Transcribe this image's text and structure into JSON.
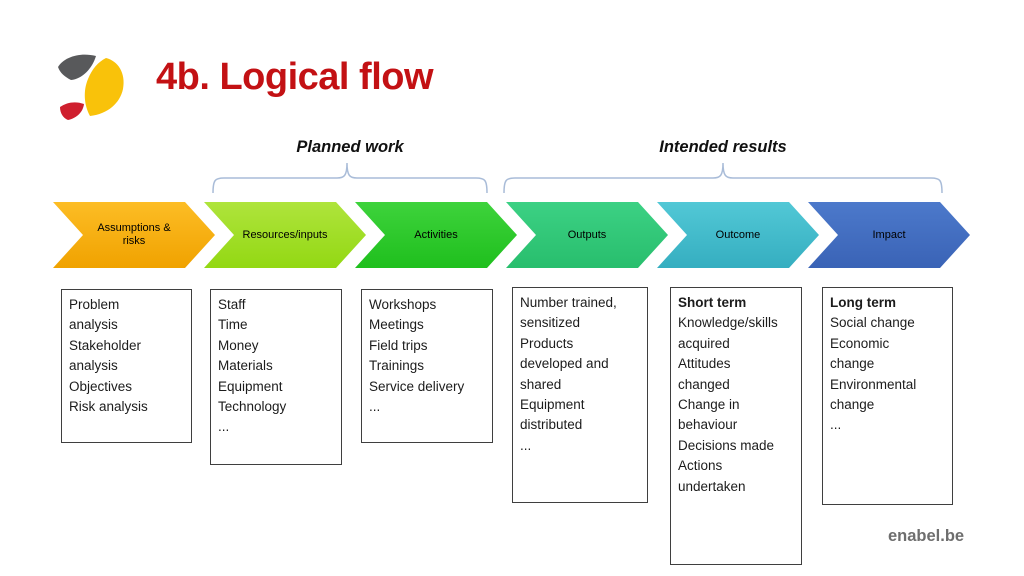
{
  "header": {
    "title": "4b. Logical flow",
    "logo": "enabel-bird-logo"
  },
  "accent": {
    "title_color": "#c31114",
    "bracket_color": "#a9bcd8",
    "brand_color": "#6e6e6e"
  },
  "brackets": [
    {
      "label": "Planned work"
    },
    {
      "label": "Intended results"
    }
  ],
  "steps": [
    {
      "label": "Assumptions &\nrisks",
      "color_top": "#fdbd25",
      "color_bottom": "#f0a200",
      "box": {
        "body": "Problem\nanalysis\nStakeholder\nanalysis\nObjectives\nRisk analysis"
      }
    },
    {
      "label": "Resources/inputs",
      "color_top": "#afe43c",
      "color_bottom": "#93d813",
      "box": {
        "body": "Staff\nTime\nMoney\nMaterials\nEquipment\nTechnology\n..."
      }
    },
    {
      "label": "Activities",
      "color_top": "#3ed33c",
      "color_bottom": "#1fbf1d",
      "box": {
        "body": "Workshops\nMeetings\nField trips\nTrainings\nService delivery\n..."
      }
    },
    {
      "label": "Outputs",
      "color_top": "#3cd184",
      "color_bottom": "#28be6d",
      "box": {
        "body": "Number trained,\nsensitized\nProducts\ndeveloped and\nshared\nEquipment\ndistributed\n ..."
      }
    },
    {
      "label": "Outcome",
      "color_top": "#52c8d6",
      "color_bottom": "#35aec0",
      "box": {
        "heading": "Short term",
        "body": "Knowledge/skills\nacquired\nAttitudes\nchanged\nChange in\nbehaviour\nDecisions made\nActions\nundertaken"
      }
    },
    {
      "label": "Impact",
      "color_top": "#4c79cb",
      "color_bottom": "#3a63b6",
      "box": {
        "heading": "Long term",
        "body": "Social change\nEconomic\nchange\nEnvironmental\nchange\n..."
      }
    }
  ],
  "footer": {
    "brand": "enabel.be"
  }
}
